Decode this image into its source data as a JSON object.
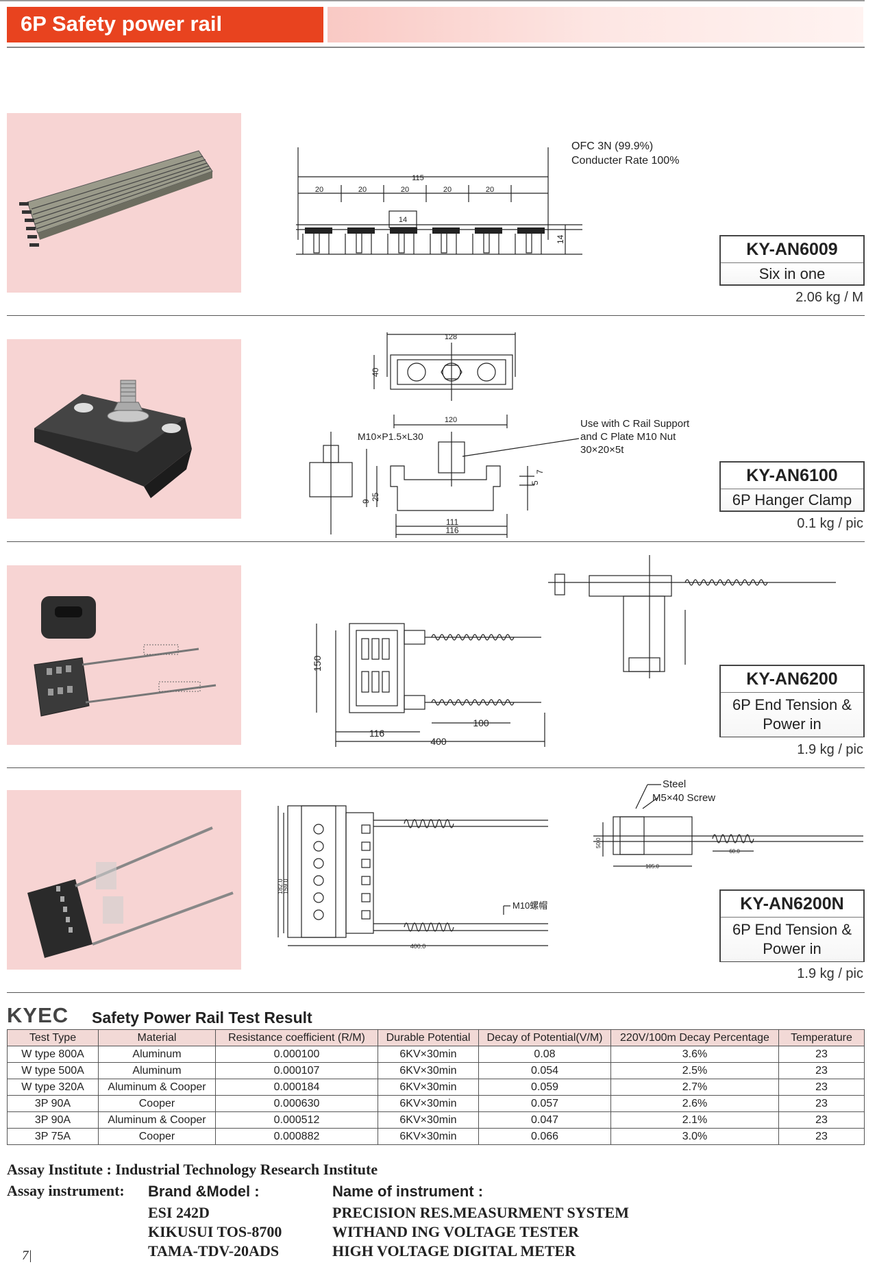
{
  "header": {
    "title": "6P Safety power rail"
  },
  "products": [
    {
      "code": "KY-AN6009",
      "name": "Six in one",
      "weight": "2.06 kg / M",
      "notes": [
        "OFC 3N (99.9%)",
        "Conducter Rate 100%"
      ],
      "dims": {
        "total": "115",
        "pitch": "20",
        "width": "14",
        "height": "14"
      }
    },
    {
      "code": "KY-AN6100",
      "name": "6P Hanger Clamp",
      "weight": "0.1 kg / pic",
      "notes": [
        "Use with C Rail Support",
        "and C Plate M10 Nut",
        "30×20×5t"
      ],
      "bolt": "M10×P1.5×L30",
      "dims": {
        "top": "128",
        "top_inner": "120",
        "height": "40",
        "d25": "25",
        "d9": "9",
        "d5": "5",
        "d7": "7",
        "b111": "111",
        "b116": "116"
      }
    },
    {
      "code": "KY-AN6200",
      "name": "6P End Tension & Power in",
      "weight": "1.9 kg / pic",
      "dims": {
        "h150": "150",
        "w116": "116",
        "w400": "400",
        "w100": "100"
      }
    },
    {
      "code": "KY-AN6200N",
      "name": "6P End Tension & Power in",
      "weight": "1.9 kg / pic",
      "labels": {
        "steel": "Steel",
        "screw": "M5×40 Screw",
        "nut": "M10螺帽"
      },
      "dims": {
        "w400": "400.0",
        "h182": "182.0",
        "h159": "159.0",
        "w105": "105.0",
        "w60": "60.0",
        "h50": "50.0"
      }
    }
  ],
  "test": {
    "brand": "KYEC",
    "title": "Safety Power Rail Test Result",
    "columns": [
      "Test Type",
      "Material",
      "Resistance coefficient (R/M)",
      "Durable Potential",
      "Decay of Potential(V/M)",
      "220V/100m Decay Percentage",
      "Temperature"
    ],
    "rows": [
      [
        "W type 800A",
        "Aluminum",
        "0.000100",
        "6KV×30min",
        "0.08",
        "3.6%",
        "23"
      ],
      [
        "W type 500A",
        "Aluminum",
        "0.000107",
        "6KV×30min",
        "0.054",
        "2.5%",
        "23"
      ],
      [
        "W type 320A",
        "Aluminum & Cooper",
        "0.000184",
        "6KV×30min",
        "0.059",
        "2.7%",
        "23"
      ],
      [
        "3P 90A",
        "Cooper",
        "0.000630",
        "6KV×30min",
        "0.057",
        "2.6%",
        "23"
      ],
      [
        "3P 90A",
        "Aluminum & Cooper",
        "0.000512",
        "6KV×30min",
        "0.047",
        "2.1%",
        "23"
      ],
      [
        "3P 75A",
        "Cooper",
        "0.000882",
        "6KV×30min",
        "0.066",
        "3.0%",
        "23"
      ]
    ]
  },
  "assay": {
    "institute": "Assay Institute : Industrial Technology Research Institute",
    "instrument_label": "Assay instrument:",
    "brand_header": "Brand &Model :",
    "name_header": "Name of instrument :",
    "brands": [
      "ESI 242D",
      "KIKUSUI TOS-8700",
      "TAMA-TDV-20ADS"
    ],
    "names": [
      "PRECISION RES.MEASURMENT SYSTEM",
      "WITHAND ING VOLTAGE TESTER",
      "HIGH VOLTAGE DIGITAL METER"
    ]
  },
  "page_number": "7|"
}
